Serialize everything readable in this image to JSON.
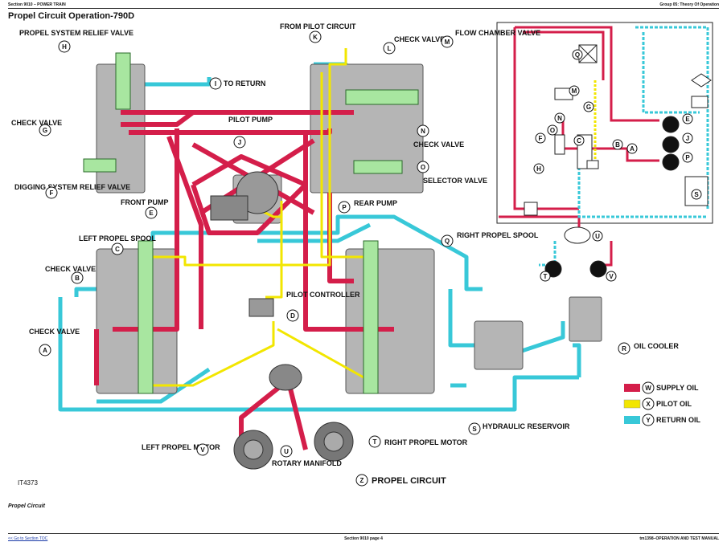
{
  "header": {
    "left": "Section 9010 – POWER TRAIN",
    "right": "Group 05: Theory Of Operation"
  },
  "title": "Propel Circuit Operation-790D",
  "labels": {
    "H": "PROPEL SYSTEM RELIEF VALVE",
    "I": "TO RETURN",
    "K": "FROM PILOT CIRCUIT",
    "L": "CHECK VALVE",
    "M": "FLOW CHAMBER VALVE",
    "G": "CHECK VALVE",
    "J": "PILOT PUMP",
    "N": "CHECK VALVE",
    "O": "SELECTOR VALVE",
    "F": "DIGGING SYSTEM RELIEF VALVE",
    "E": "FRONT PUMP",
    "P": "REAR PUMP",
    "C": "LEFT PROPEL SPOOL",
    "Q": "RIGHT PROPEL SPOOL",
    "B": "CHECK VALVE",
    "D": "PILOT CONTROLLER",
    "A": "CHECK VALVE",
    "R": "OIL COOLER",
    "V": "LEFT PROPEL MOTOR",
    "U": "ROTARY MANIFOLD",
    "T": "RIGHT PROPEL MOTOR",
    "S": "HYDRAULIC RESERVOIR",
    "Z": "PROPEL CIRCUIT"
  },
  "legend": [
    {
      "letter": "W",
      "label": "SUPPLY OIL",
      "color": "#d41e4a"
    },
    {
      "letter": "X",
      "label": "PILOT OIL",
      "color": "#f2e600"
    },
    {
      "letter": "Y",
      "label": "RETURN OIL",
      "color": "#38c8d8"
    }
  ],
  "figure_id": "IT4373",
  "caption": "Propel Circuit",
  "footer": {
    "left": "<< Go to Section TOC",
    "center": "Section 9010 page 4",
    "right": "tm1398–OPERATION AND TEST MANUAL"
  },
  "colors": {
    "supply": "#d41e4a",
    "pilot": "#f2e600",
    "return": "#38c8d8",
    "body": "#b5b5b5"
  }
}
